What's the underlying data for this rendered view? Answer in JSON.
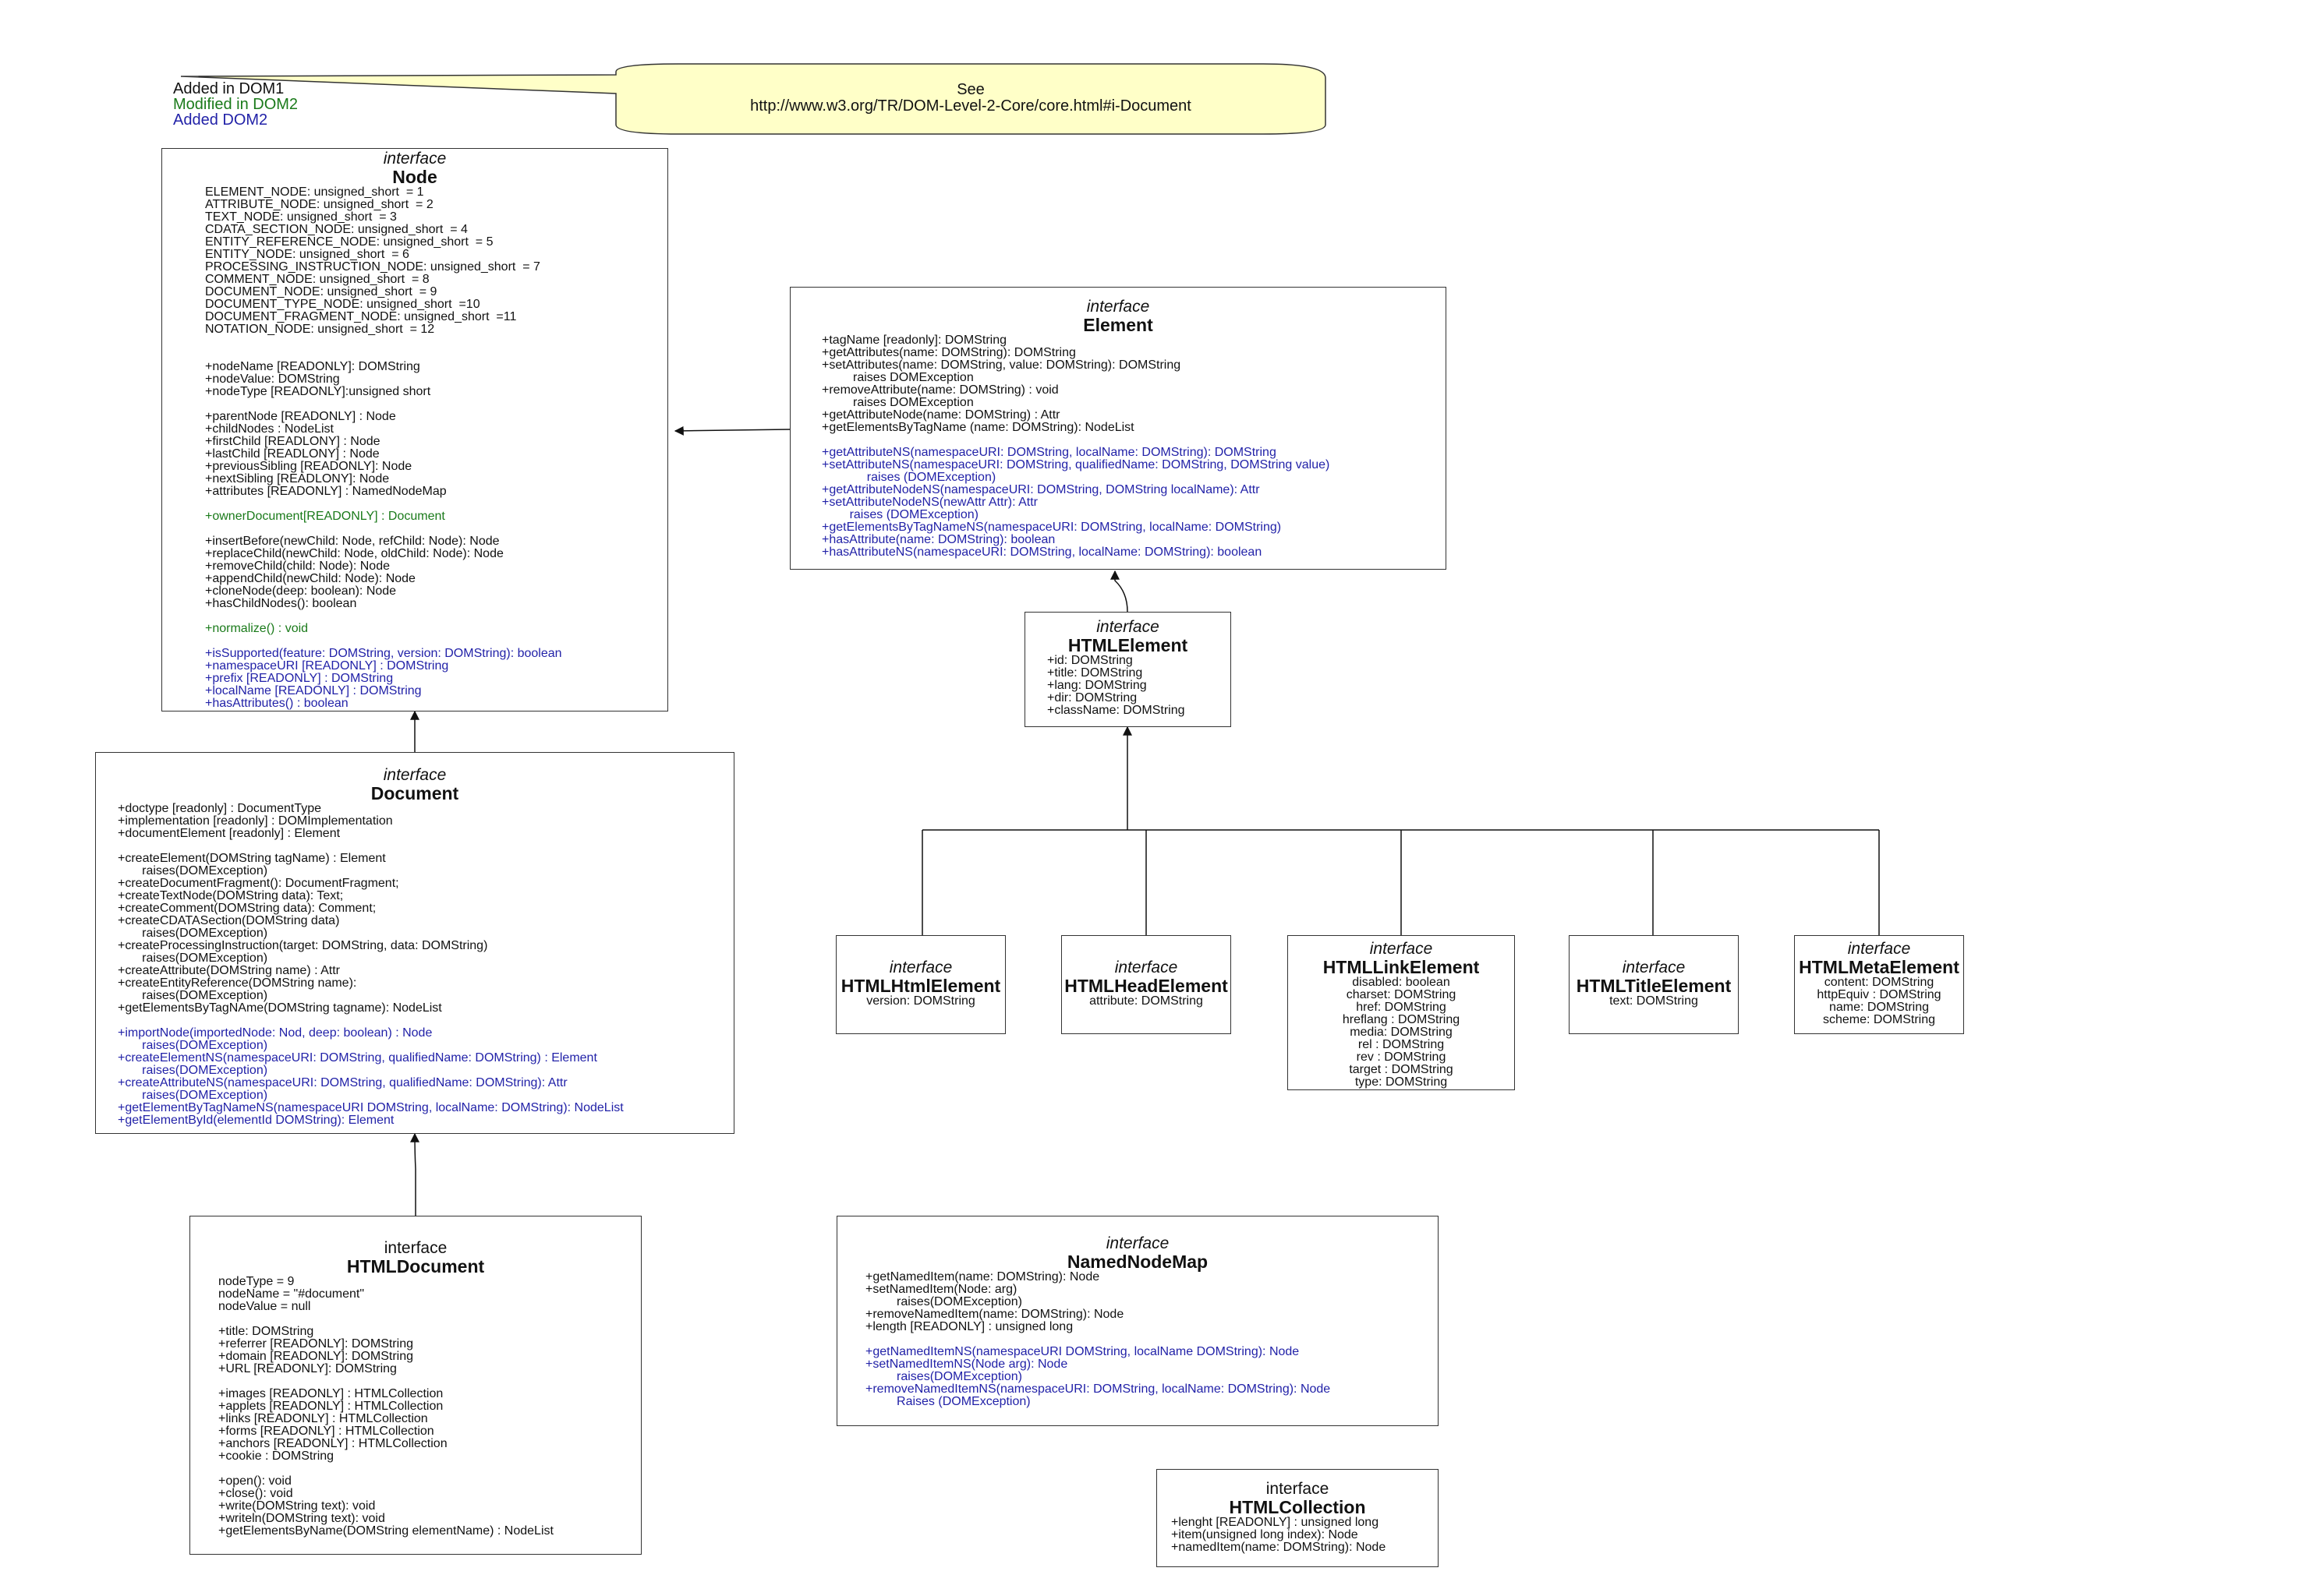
{
  "legend": [
    {
      "text": "Added in DOM1",
      "color": "#111111"
    },
    {
      "text": "Modified in DOM2",
      "color": "#1a7a1a"
    },
    {
      "text": "Added DOM2",
      "color": "#2222a8"
    }
  ],
  "note": {
    "line1": "See",
    "line2": "http://www.w3.org/TR/DOM-Level-2-Core/core.html#i-Document"
  },
  "colors": {
    "dom1": "#111111",
    "modified_dom2": "#1a7a1a",
    "added_dom2": "#2222a8",
    "note_fill": "#ffffc8"
  },
  "boxes": {
    "node": {
      "stereotype": "interface",
      "name": "Node",
      "lines": [
        [
          "c1",
          "ELEMENT_NODE: unsigned_short  = 1"
        ],
        [
          "c1",
          "ATTRIBUTE_NODE: unsigned_short  = 2"
        ],
        [
          "c1",
          "TEXT_NODE: unsigned_short  = 3"
        ],
        [
          "c1",
          "CDATA_SECTION_NODE: unsigned_short  = 4"
        ],
        [
          "c1",
          "ENTITY_REFERENCE_NODE: unsigned_short  = 5"
        ],
        [
          "c1",
          "ENTITY_NODE: unsigned_short  = 6"
        ],
        [
          "c1",
          "PROCESSING_INSTRUCTION_NODE: unsigned_short  = 7"
        ],
        [
          "c1",
          "COMMENT_NODE: unsigned_short  = 8"
        ],
        [
          "c1",
          "DOCUMENT_NODE: unsigned_short  = 9"
        ],
        [
          "c1",
          "DOCUMENT_TYPE_NODE: unsigned_short  =10"
        ],
        [
          "c1",
          "DOCUMENT_FRAGMENT_NODE: unsigned_short  =11"
        ],
        [
          "c1",
          "NOTATION_NODE: unsigned_short  = 12"
        ],
        [
          "c1",
          ""
        ],
        [
          "c1",
          ""
        ],
        [
          "c1",
          "+nodeName [READONLY]: DOMString"
        ],
        [
          "c1",
          "+nodeValue: DOMString"
        ],
        [
          "c1",
          "+nodeType [READONLY]:unsigned short"
        ],
        [
          "c1",
          ""
        ],
        [
          "c1",
          "+parentNode [READONLY] : Node"
        ],
        [
          "c1",
          "+childNodes : NodeList"
        ],
        [
          "c1",
          "+firstChild [READLONY] : Node"
        ],
        [
          "c1",
          "+lastChild [READLONY] : Node"
        ],
        [
          "c1",
          "+previousSibling [READONLY]: Node"
        ],
        [
          "c1",
          "+nextSibling [READLONY]: Node"
        ],
        [
          "c1",
          "+attributes [READONLY] : NamedNodeMap"
        ],
        [
          "c1",
          ""
        ],
        [
          "c2",
          "+ownerDocument[READONLY] : Document"
        ],
        [
          "c1",
          ""
        ],
        [
          "c1",
          "+insertBefore(newChild: Node, refChild: Node): Node"
        ],
        [
          "c1",
          "+replaceChild(newChild: Node, oldChild: Node): Node"
        ],
        [
          "c1",
          "+removeChild(child: Node): Node"
        ],
        [
          "c1",
          "+appendChild(newChild: Node): Node"
        ],
        [
          "c1",
          "+cloneNode(deep: boolean): Node"
        ],
        [
          "c1",
          "+hasChildNodes(): boolean"
        ],
        [
          "c1",
          ""
        ],
        [
          "c2",
          "+normalize() : void"
        ],
        [
          "c1",
          ""
        ],
        [
          "c3",
          "+isSupported(feature: DOMString, version: DOMString): boolean"
        ],
        [
          "c3",
          "+namespaceURI [READONLY] : DOMString"
        ],
        [
          "c3",
          "+prefix [READONLY] : DOMString"
        ],
        [
          "c3",
          "+localName [READONLY] : DOMString"
        ],
        [
          "c3",
          "+hasAttributes() : boolean"
        ]
      ]
    },
    "element": {
      "stereotype": "interface",
      "name": "Element",
      "lines": [
        [
          "c1",
          "+tagName [readonly]: DOMString"
        ],
        [
          "c1",
          "+getAttributes(name: DOMString): DOMString"
        ],
        [
          "c1",
          "+setAttributes(name: DOMString, value: DOMString): DOMString"
        ],
        [
          "c1",
          "         raises DOMException"
        ],
        [
          "c1",
          "+removeAttribute(name: DOMString) : void"
        ],
        [
          "c1",
          "         raises DOMException"
        ],
        [
          "c1",
          "+getAttributeNode(name: DOMString) : Attr"
        ],
        [
          "c1",
          "+getElementsByTagName (name: DOMString): NodeList"
        ],
        [
          "c1",
          ""
        ],
        [
          "c3",
          "+getAttributeNS(namespaceURI: DOMString, localName: DOMString): DOMString"
        ],
        [
          "c3",
          "+setAttributeNS(namespaceURI: DOMString, qualifiedName: DOMString, DOMString value)"
        ],
        [
          "c3",
          "             raises (DOMException)"
        ],
        [
          "c3",
          "+getAttributeNodeNS(namespaceURI: DOMString, DOMString localName): Attr"
        ],
        [
          "c3",
          "+setAttributeNodeNS(newAttr Attr): Attr"
        ],
        [
          "c3",
          "        raises (DOMException)"
        ],
        [
          "c3",
          "+getElementsByTagNameNS(namespaceURI: DOMString, localName: DOMString)"
        ],
        [
          "c3",
          "+hasAttribute(name: DOMString): boolean"
        ],
        [
          "c3",
          "+hasAttributeNS(namespaceURI: DOMString, localName: DOMString): boolean"
        ]
      ]
    },
    "htmlelement": {
      "stereotype": "interface",
      "name": "HTMLElement",
      "lines": [
        [
          "c1",
          "+id: DOMString"
        ],
        [
          "c1",
          "+title: DOMString"
        ],
        [
          "c1",
          "+lang: DOMString"
        ],
        [
          "c1",
          "+dir: DOMString"
        ],
        [
          "c1",
          "+className: DOMString"
        ]
      ]
    },
    "document": {
      "stereotype": "interface",
      "name": "Document",
      "lines": [
        [
          "c1",
          "+doctype [readonly] : DocumentType"
        ],
        [
          "c1",
          "+implementation [readonly] : DOMImplementation"
        ],
        [
          "c1",
          "+documentElement [readonly] : Element"
        ],
        [
          "c1",
          ""
        ],
        [
          "c1",
          "+createElement(DOMString tagName) : Element"
        ],
        [
          "c1",
          "       raises(DOMException)"
        ],
        [
          "c1",
          "+createDocumentFragment(): DocumentFragment;"
        ],
        [
          "c1",
          "+createTextNode(DOMString data): Text;"
        ],
        [
          "c1",
          "+createComment(DOMString data): Comment;"
        ],
        [
          "c1",
          "+createCDATASection(DOMString data)"
        ],
        [
          "c1",
          "       raises(DOMException)"
        ],
        [
          "c1",
          "+createProcessingInstruction(target: DOMString, data: DOMString)"
        ],
        [
          "c1",
          "       raises(DOMException)"
        ],
        [
          "c1",
          "+createAttribute(DOMString name) : Attr"
        ],
        [
          "c1",
          "+createEntityReference(DOMString name):"
        ],
        [
          "c1",
          "       raises(DOMException)"
        ],
        [
          "c1",
          "+getElementsByTagNAme(DOMString tagname): NodeList"
        ],
        [
          "c1",
          ""
        ],
        [
          "c3",
          "+importNode(importedNode: Nod, deep: boolean) : Node"
        ],
        [
          "c3",
          "       raises(DOMException)"
        ],
        [
          "c3",
          "+createElementNS(namespaceURI: DOMString, qualifiedName: DOMString) : Element"
        ],
        [
          "c3",
          "       raises(DOMException)"
        ],
        [
          "c3",
          "+createAttributeNS(namespaceURI: DOMString, qualifiedName: DOMString): Attr"
        ],
        [
          "c3",
          "       raises(DOMException)"
        ],
        [
          "c3",
          "+getElementByTagNameNS(namespaceURI DOMString, localName: DOMString): NodeList"
        ],
        [
          "c3",
          "+getElementById(elementId DOMString): Element"
        ]
      ]
    },
    "htmldocument": {
      "stereotype": "interface",
      "name": "HTMLDocument",
      "lines": [
        [
          "c1",
          "nodeType = 9"
        ],
        [
          "c1",
          "nodeName = \"#document\""
        ],
        [
          "c1",
          "nodeValue = null"
        ],
        [
          "c1",
          ""
        ],
        [
          "c1",
          "+title: DOMString"
        ],
        [
          "c1",
          "+referrer [READONLY]: DOMString"
        ],
        [
          "c1",
          "+domain [READONLY]: DOMString"
        ],
        [
          "c1",
          "+URL [READONLY]: DOMString"
        ],
        [
          "c1",
          ""
        ],
        [
          "c1",
          "+images [READONLY] : HTMLCollection"
        ],
        [
          "c1",
          "+applets [READONLY] : HTMLCollection"
        ],
        [
          "c1",
          "+links [READONLY] : HTMLCollection"
        ],
        [
          "c1",
          "+forms [READONLY] : HTMLCollection"
        ],
        [
          "c1",
          "+anchors [READONLY] : HTMLCollection"
        ],
        [
          "c1",
          "+cookie : DOMString"
        ],
        [
          "c1",
          ""
        ],
        [
          "c1",
          "+open(): void"
        ],
        [
          "c1",
          "+close(): void"
        ],
        [
          "c1",
          "+write(DOMString text): void"
        ],
        [
          "c1",
          "+writeln(DOMString text): void"
        ],
        [
          "c1",
          "+getElementsByName(DOMString elementName) : NodeList"
        ]
      ]
    },
    "htmlhtml": {
      "stereotype": "interface",
      "name": "HTMLHtmlElement",
      "lines": [
        [
          "c1",
          "version: DOMString"
        ]
      ]
    },
    "htmlhead": {
      "stereotype": "interface",
      "name": "HTMLHeadElement",
      "lines": [
        [
          "c1",
          "attribute: DOMString"
        ]
      ]
    },
    "htmllink": {
      "stereotype": "interface",
      "name": "HTMLLinkElement",
      "lines": [
        [
          "c1",
          "disabled: boolean"
        ],
        [
          "c1",
          "charset: DOMString"
        ],
        [
          "c1",
          "href: DOMString"
        ],
        [
          "c1",
          "hreflang : DOMString"
        ],
        [
          "c1",
          "media: DOMString"
        ],
        [
          "c1",
          "rel : DOMString"
        ],
        [
          "c1",
          "rev : DOMString"
        ],
        [
          "c1",
          "target : DOMString"
        ],
        [
          "c1",
          "type: DOMString"
        ]
      ]
    },
    "htmltitle": {
      "stereotype": "interface",
      "name": "HTMLTitleElement",
      "lines": [
        [
          "c1",
          "text: DOMString"
        ]
      ]
    },
    "htmlmeta": {
      "stereotype": "interface",
      "name": "HTMLMetaElement",
      "lines": [
        [
          "c1",
          "content: DOMString"
        ],
        [
          "c1",
          "httpEquiv : DOMString"
        ],
        [
          "c1",
          "name: DOMString"
        ],
        [
          "c1",
          "scheme: DOMString"
        ]
      ]
    },
    "namednodemap": {
      "stereotype": "interface",
      "name": "NamedNodeMap",
      "lines": [
        [
          "c1",
          "+getNamedItem(name: DOMString): Node"
        ],
        [
          "c1",
          "+setNamedItem(Node: arg)"
        ],
        [
          "c1",
          "         raises(DOMException)"
        ],
        [
          "c1",
          "+removeNamedItem(name: DOMString): Node"
        ],
        [
          "c1",
          "+length [READONLY] : unsigned long"
        ],
        [
          "c1",
          ""
        ],
        [
          "c3",
          "+getNamedItemNS(namespaceURI DOMString, localName DOMString): Node"
        ],
        [
          "c3",
          "+setNamedItemNS(Node arg): Node"
        ],
        [
          "c3",
          "         raises(DOMException)"
        ],
        [
          "c3",
          "+removeNamedItemNS(namespaceURI: DOMString, localName: DOMString): Node"
        ],
        [
          "c3",
          "         Raises (DOMException)"
        ]
      ]
    },
    "htmlcollection": {
      "stereotype": "interface",
      "name": "HTMLCollection",
      "lines": [
        [
          "c1",
          "+lenght [READONLY] : unsigned long"
        ],
        [
          "c1",
          "+item(unsigned long index): Node"
        ],
        [
          "c1",
          "+namedItem(name: DOMString): Node"
        ]
      ]
    }
  }
}
